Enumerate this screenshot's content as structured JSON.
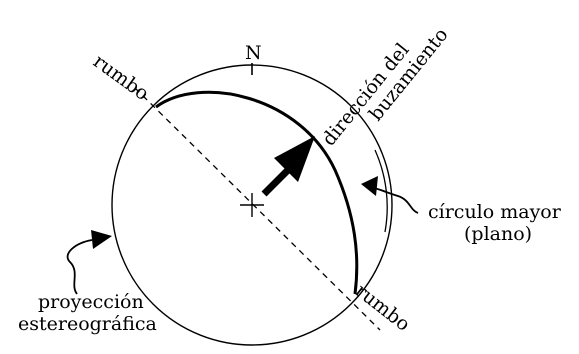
{
  "labels": {
    "north": "N",
    "strike_top": "rumbo",
    "strike_bottom": "rumbo",
    "dip_direction_line1": "dirección del",
    "dip_direction_line2": "buzamiento",
    "great_circle_line1": "círculo mayor",
    "great_circle_line2": "(plano)",
    "projection_line1": "proyección",
    "projection_line2": "estereográfica"
  },
  "colors": {
    "ink": "#000000",
    "background": "#ffffff"
  }
}
